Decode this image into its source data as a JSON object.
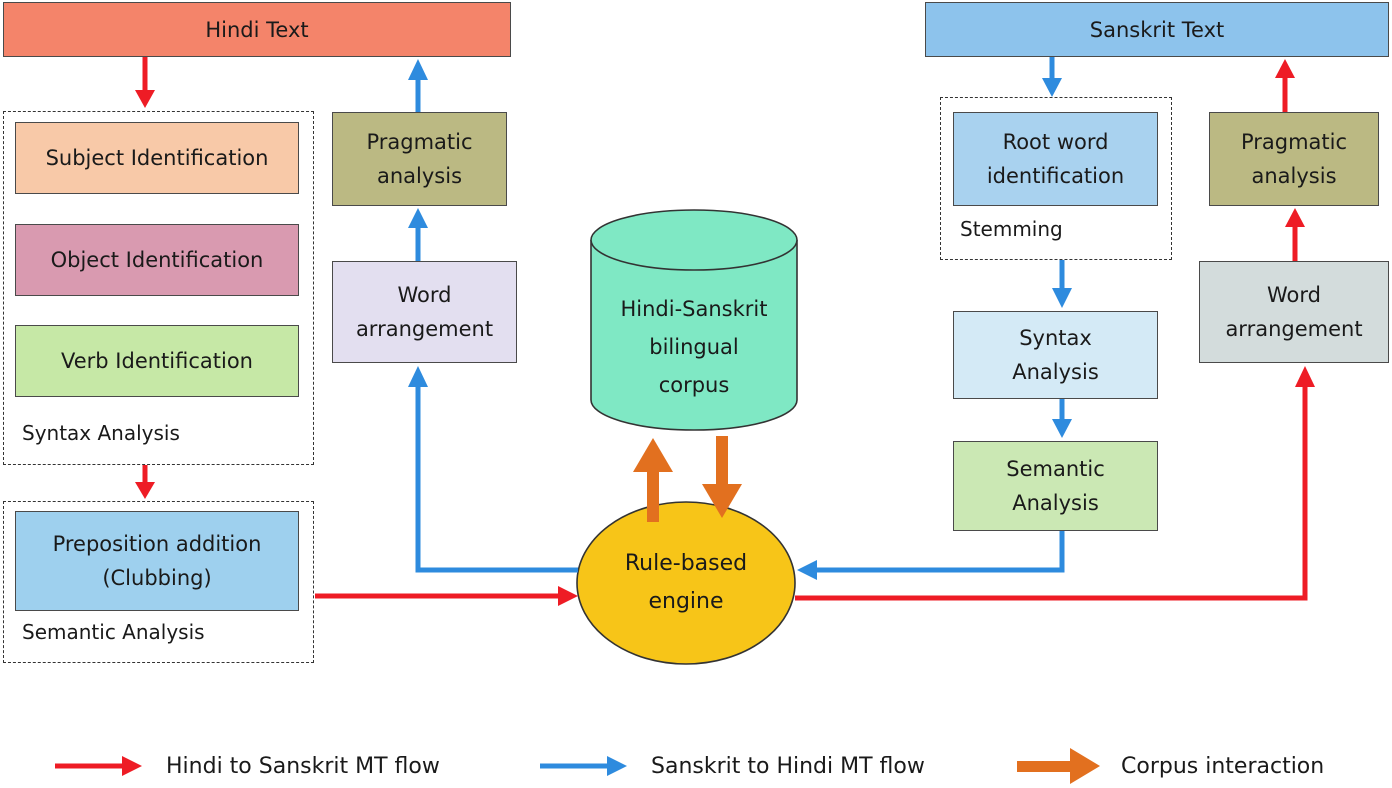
{
  "hindi_text": "Hindi Text",
  "sanskrit_text": "Sanskrit Text",
  "left_syntax": {
    "group_label": "Syntax Analysis",
    "subject": "Subject Identification",
    "object": "Object Identification",
    "verb": "Verb Identification"
  },
  "left_semantic": {
    "group_label": "Semantic Analysis",
    "line1": "Preposition addition",
    "line2": "(Clubbing)"
  },
  "left_pragmatic": {
    "line1": "Pragmatic",
    "line2": "analysis"
  },
  "left_word": {
    "line1": "Word",
    "line2": "arrangement"
  },
  "corpus": {
    "line1": "Hindi-Sanskrit",
    "line2": "bilingual",
    "line3": "corpus"
  },
  "engine": {
    "line1": "Rule-based",
    "line2": "engine"
  },
  "right_stemming": {
    "group_label": "Stemming",
    "line1": "Root word",
    "line2": "identification"
  },
  "right_syntax": {
    "line1": "Syntax",
    "line2": "Analysis"
  },
  "right_semantic": {
    "line1": "Semantic",
    "line2": "Analysis"
  },
  "right_pragmatic": {
    "line1": "Pragmatic",
    "line2": "analysis"
  },
  "right_word": {
    "line1": "Word",
    "line2": "arrangement"
  },
  "legend": {
    "red": "Hindi to Sanskrit MT flow",
    "blue": "Sanskrit to Hindi MT flow",
    "orange": "Corpus interaction"
  },
  "colors": {
    "red_arrow": "#ee1c25",
    "blue_arrow": "#2e8bde",
    "orange_arrow": "#e2701f",
    "hindi_fill": "#f4846a",
    "sanskrit_fill": "#8dc3ec",
    "corpus_fill": "#7fe8c4",
    "engine_fill": "#f7c518"
  }
}
